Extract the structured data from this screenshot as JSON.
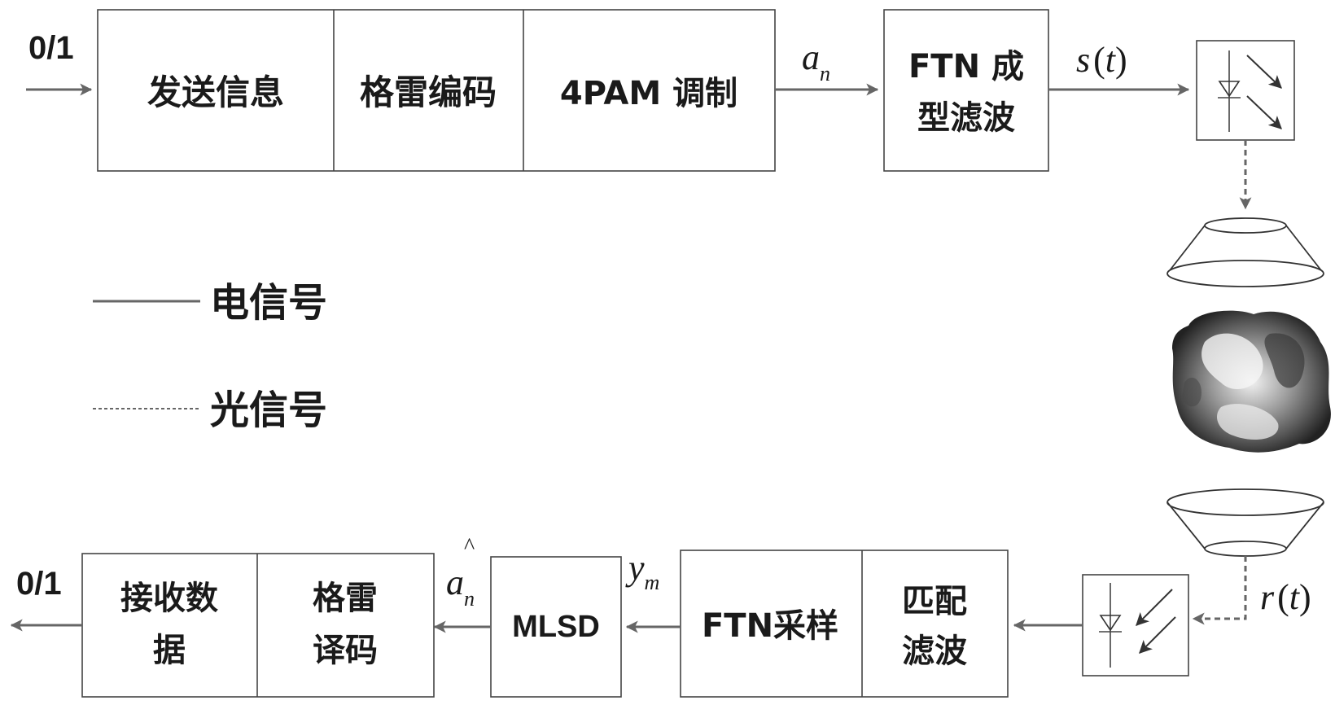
{
  "input_bits": "0/1",
  "output_bits": "0/1",
  "tx_chain": {
    "send_info": "发送信息",
    "trellis_encode": "格雷编码",
    "pam_modulate": "4PAM 调制",
    "ftn_shaping_line1": "FTN 成",
    "ftn_shaping_line2": "型滤波"
  },
  "rx_chain": {
    "receive_data_line1": "接收数",
    "receive_data_line2": "据",
    "trellis_decode_line1": "格雷",
    "trellis_decode_line2": "译码",
    "mlsd": "MLSD",
    "ftn_sampling": "FTN采样",
    "matched_filter_line1": "匹配",
    "matched_filter_line2": "滤波"
  },
  "signals": {
    "a_main": "a",
    "a_sub": "n",
    "s_t": "s",
    "t_var": "t",
    "r_t": "r",
    "y_main": "y",
    "y_sub": "m",
    "a_hat_main": "a",
    "a_hat_sub": "n",
    "hat": "^",
    "paren_open": "(",
    "paren_close": ")"
  },
  "legend": {
    "electrical": "电信号",
    "optical": "光信号"
  },
  "colors": {
    "line": "#666666",
    "box_stroke": "#444444",
    "text": "#1a1a1a"
  }
}
